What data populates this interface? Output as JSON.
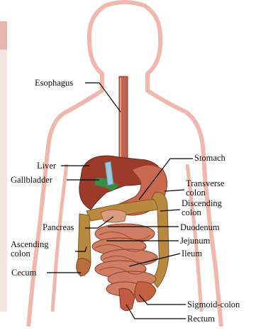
{
  "diagram": {
    "colors": {
      "outline": "#f1b7ad",
      "tint": "#f3d6d2",
      "organ_red": "#b85540",
      "liver": "#9c3b2a",
      "stomach": "#c8684f",
      "intestine": "#cf7d63",
      "colon": "#b9893f",
      "bile": "#3d8a44",
      "leader": "#000000"
    },
    "labels": {
      "esophagus": "Esophagus",
      "liver": "Liver",
      "gallbladder": "Gallbladder",
      "stomach": "Stomach",
      "transverse_colon": [
        "Transverse",
        "colon"
      ],
      "descending_colon": [
        "Discending",
        "colon"
      ],
      "pancreas": "Pancreas",
      "duodenum": "Duodenum",
      "ascending_colon": [
        "Ascending",
        "colon"
      ],
      "jejunum": "Jejunum",
      "ileum": "Ileum",
      "cecum": "Cecum",
      "sigmoid_colon": "Sigmoid-colon",
      "rectum": "Rectum"
    }
  }
}
